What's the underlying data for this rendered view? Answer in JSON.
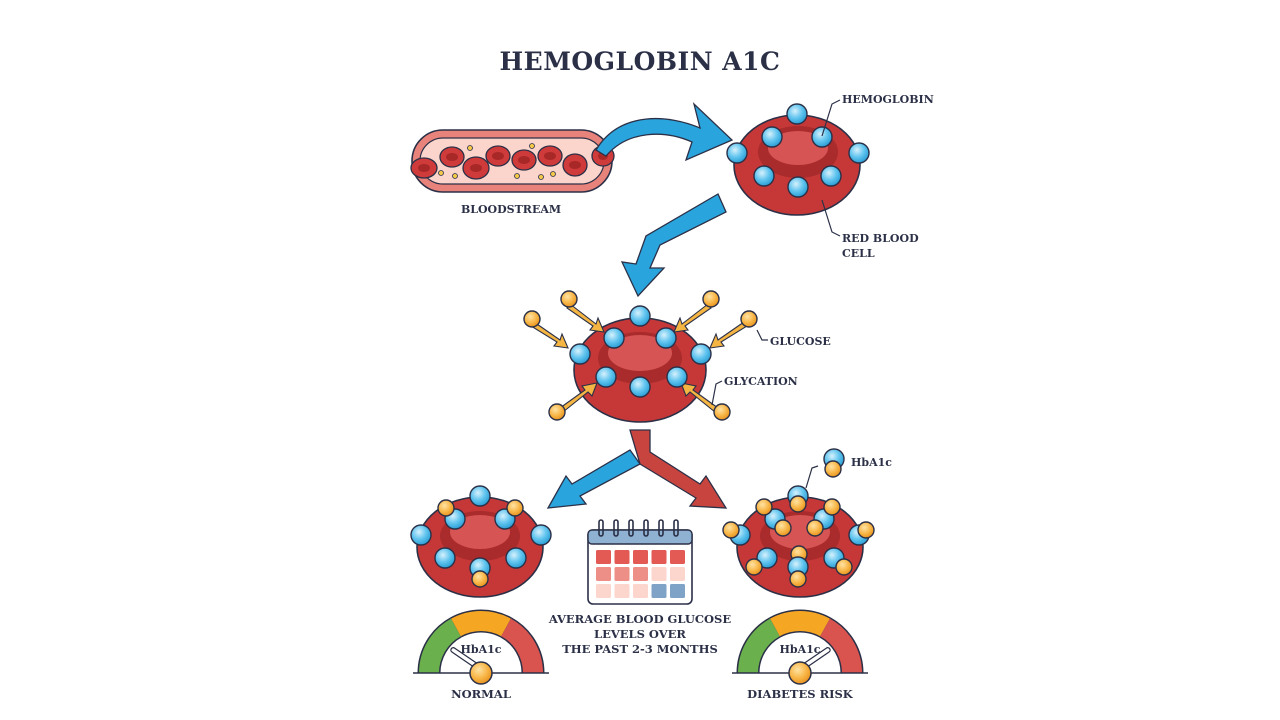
{
  "title": "HEMOGLOBIN A1C",
  "labels": {
    "bloodstream": "BLOODSTREAM",
    "hemoglobin": "HEMOGLOBIN",
    "red_blood_cell_line1": "RED BLOOD",
    "red_blood_cell_line2": "CELL",
    "glucose": "GLUCOSE",
    "glycation": "GLYCATION",
    "hba1c_legend": "HbA1c",
    "average_line1": "AVERAGE BLOOD GLUCOSE",
    "average_line2": "LEVELS OVER",
    "average_line3": "THE PAST 2-3 MONTHS",
    "normal": "NORMAL",
    "diabetes_risk": "DIABETES RISK",
    "gauge_normal_text": "HbA1c",
    "gauge_risk_text": "HbA1c"
  },
  "gauges": {
    "normal": {
      "level": "low",
      "segments": [
        "green",
        "orange",
        "red"
      ]
    },
    "risk": {
      "level": "high",
      "segments": [
        "green",
        "orange",
        "red"
      ]
    }
  },
  "calendar": {
    "rows": [
      [
        "high",
        "high",
        "high",
        "high",
        "high"
      ],
      [
        "mid",
        "mid",
        "mid",
        "low",
        "low"
      ],
      [
        "low",
        "low",
        "low",
        "blue",
        "blue"
      ]
    ]
  },
  "colors": {
    "title": "#2b3047",
    "blue_arrow": "#2aa4dd",
    "red_arrow": "#c8453f",
    "cell": "#c83a3a",
    "hemoglobin": "#5cc4ee",
    "glucose": "#f7b544",
    "gauge_green": "#6ab04c",
    "gauge_orange": "#f5a623",
    "gauge_red": "#d9534f"
  }
}
